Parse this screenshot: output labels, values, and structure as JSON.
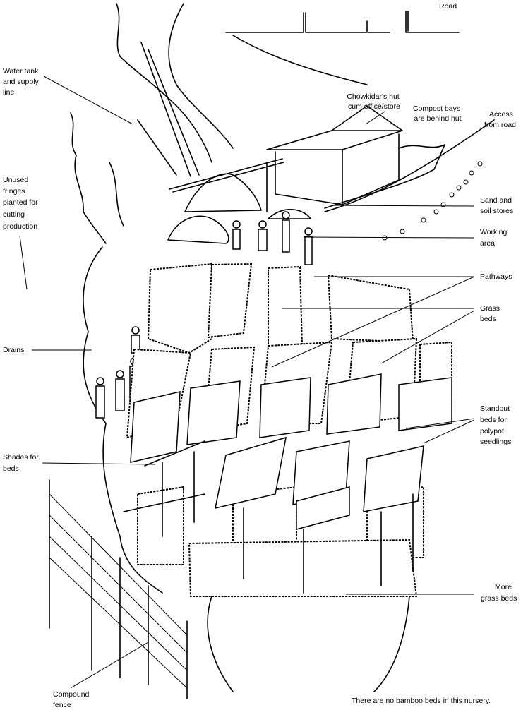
{
  "labels": {
    "road": "Road",
    "water_tank": [
      "Water tank",
      "and supply",
      "line"
    ],
    "hut": [
      "Chowkidar's hut",
      "cum office/store"
    ],
    "compost": [
      "Compost bays",
      "are behind hut"
    ],
    "access": [
      "Access",
      "from road"
    ],
    "unused": [
      "Unused",
      "fringes",
      "planted for",
      "cutting",
      "production"
    ],
    "sand": [
      "Sand and",
      "soil stores"
    ],
    "working": [
      "Working",
      "area"
    ],
    "pathways": "Pathways",
    "grass_beds": [
      "Grass",
      "beds"
    ],
    "drains": "Drains",
    "standout": [
      "Standout",
      "beds for",
      "polypot",
      "seedlings"
    ],
    "shades": [
      "Shades for",
      "beds"
    ],
    "more_grass": [
      "More",
      "grass beds"
    ],
    "fence": [
      "Compound",
      "fence"
    ],
    "note": "There are no bamboo beds in this nursery."
  }
}
